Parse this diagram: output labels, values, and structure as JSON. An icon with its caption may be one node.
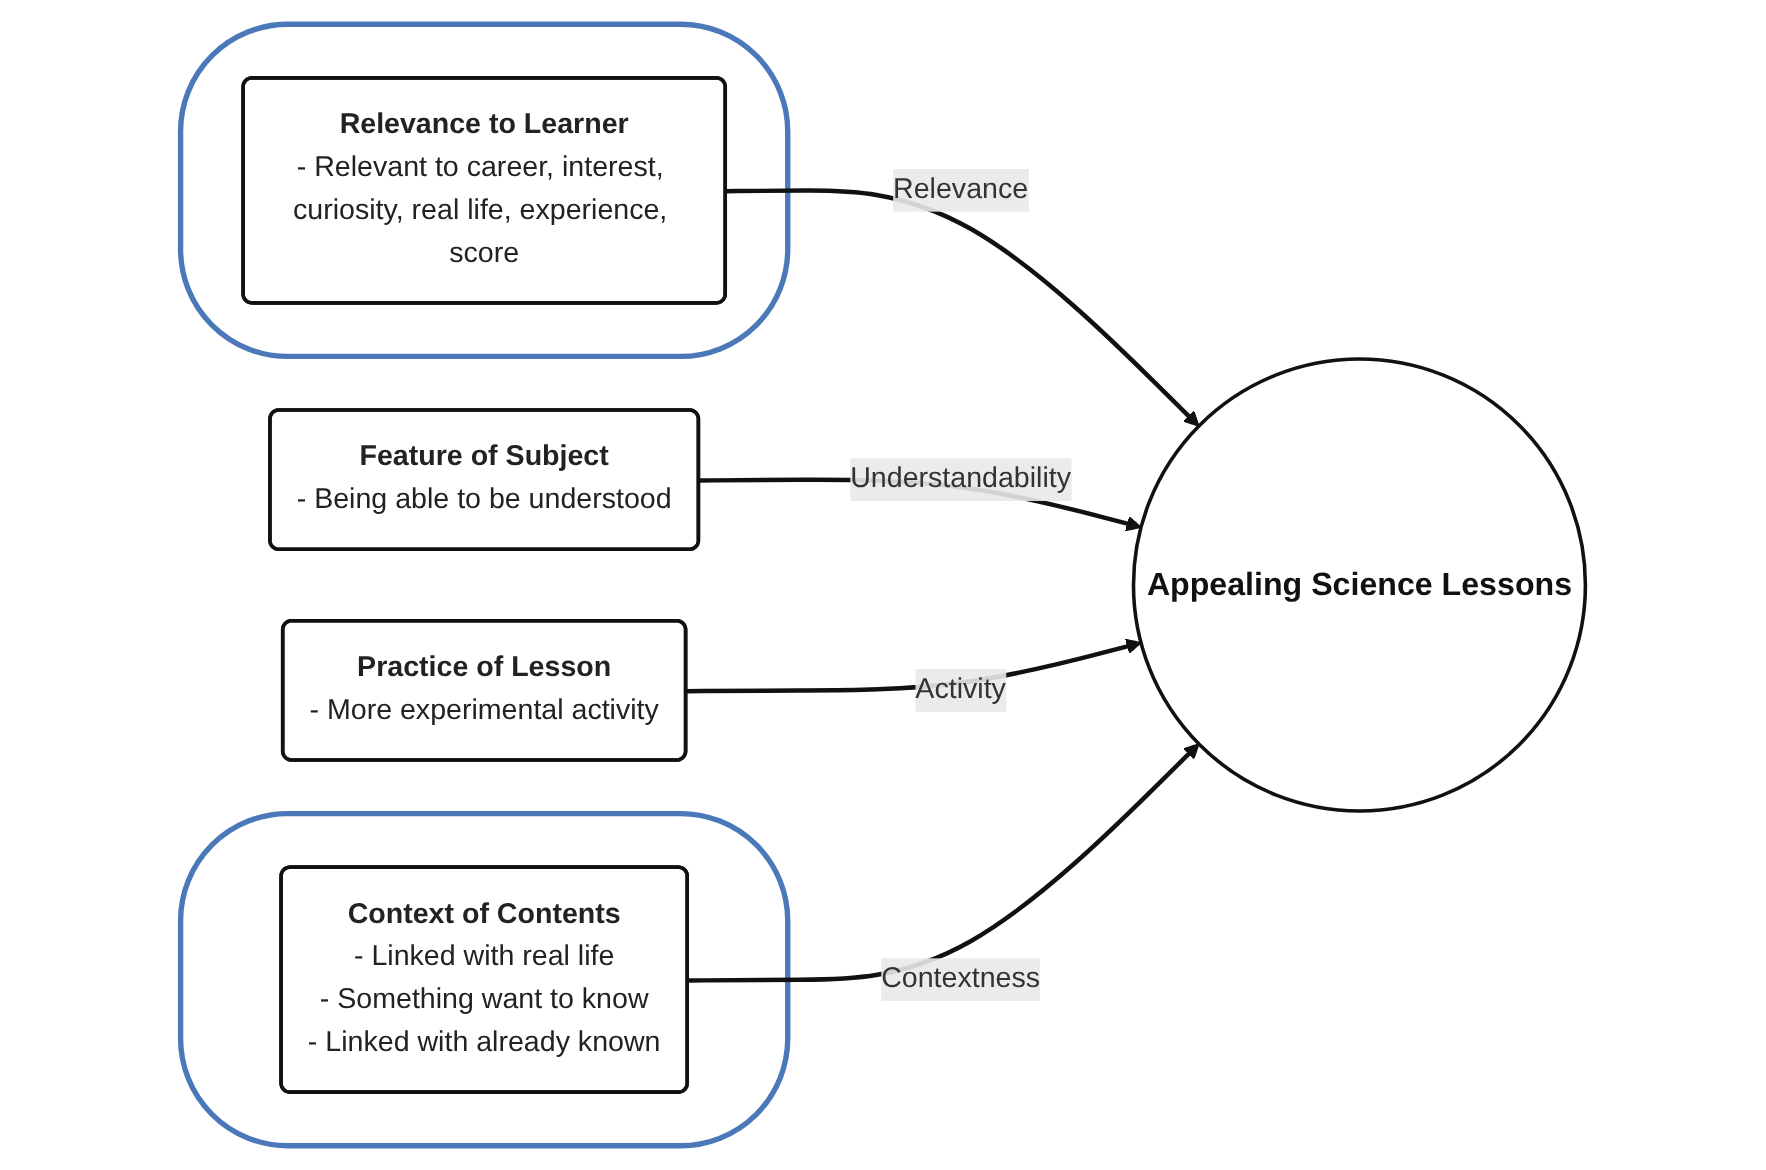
{
  "diagram": {
    "nodes": [
      {
        "text": [],
        "shape": "ellipse"
      },
      {
        "text": [
          "Relevance to Learner",
          "- Relevant to career, interest, curiosity, real life, experience, score"
        ],
        "in": 0
      },
      {
        "text": [
          "Feature of Subject",
          "- Being able to be understood"
        ]
      },
      {
        "text": [
          "Appealing Science Lessons"
        ]
      },
      {
        "text": [
          "Practice of Lesson",
          "- More experimental activity"
        ]
      },
      {
        "text": [],
        "shape": "ellipse"
      },
      {
        "text": [
          "Context of Contents",
          "- Linked with real life",
          "- Something want to know",
          "- Linked with already known"
        ],
        "in": 5
      }
    ],
    "edges": [
      {
        "from": 1,
        "to": 3,
        "arrow": "to",
        "label": "Relevance"
      },
      {
        "from": 2,
        "to": 3,
        "arrow": "to",
        "label": "Understandability"
      },
      {
        "from": 4,
        "to": 3,
        "arrow": "to",
        "label": "Activity"
      },
      {
        "from": 6,
        "to": 3,
        "arrow": "to",
        "label": "Contextness"
      }
    ]
  }
}
